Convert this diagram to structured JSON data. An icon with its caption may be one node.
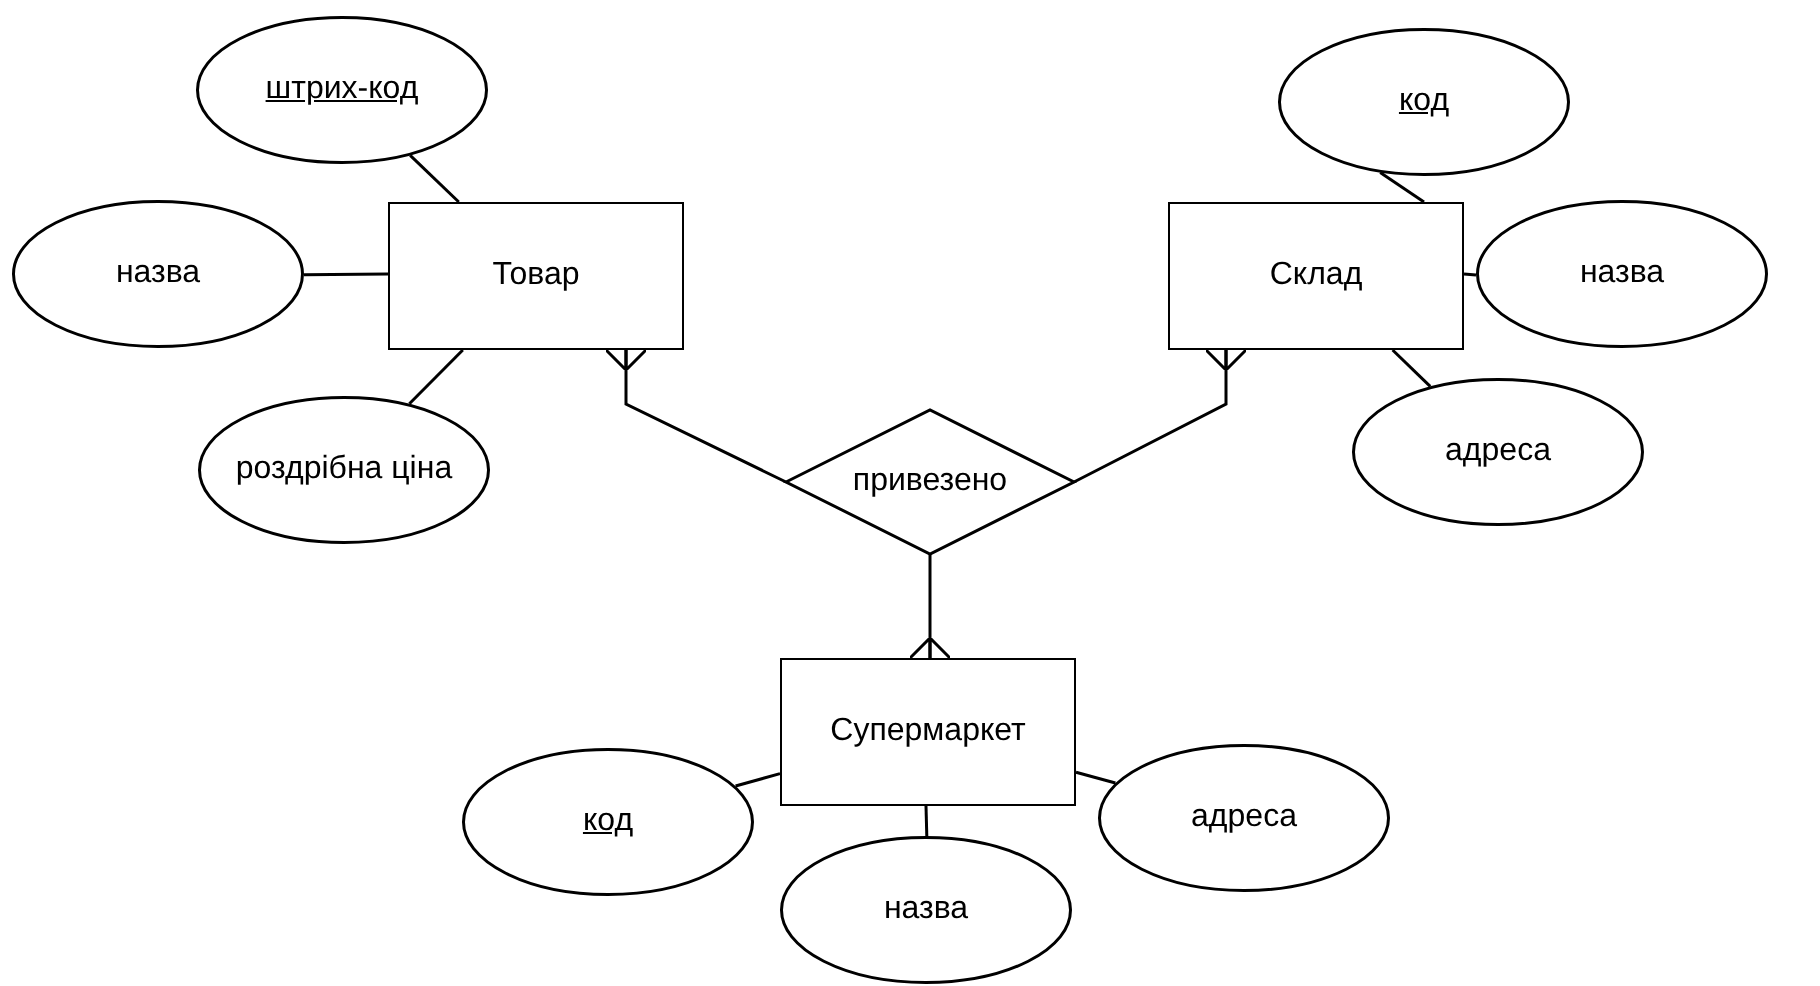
{
  "diagram": {
    "nodes": [
      {
        "text": [
          "штрих-код"
        ]
      },
      {
        "text": [
          "код"
        ]
      },
      {
        "text": [
          "назва"
        ]
      },
      {
        "text": [
          "Товар"
        ]
      },
      {
        "text": [
          "Склад"
        ]
      },
      {
        "text": [
          "назва"
        ]
      },
      {
        "text": [
          "роздрібна ціна"
        ]
      },
      {
        "text": [
          "привезено"
        ]
      },
      {
        "text": [
          "адреса"
        ]
      },
      {
        "text": [
          "Супермаркет"
        ]
      },
      {
        "text": [
          "код"
        ]
      },
      {
        "text": [
          "адреса"
        ]
      },
      {
        "text": [
          "назва"
        ]
      }
    ],
    "edges": [
      {
        "from": 0,
        "to": 3,
        "arrow": "none"
      },
      {
        "from": 2,
        "to": 3,
        "arrow": "none"
      },
      {
        "from": 6,
        "to": 3,
        "arrow": "none"
      },
      {
        "from": 1,
        "to": 4,
        "arrow": "none"
      },
      {
        "from": 5,
        "to": 4,
        "arrow": "none"
      },
      {
        "from": 8,
        "to": 4,
        "arrow": "none"
      },
      {
        "from": 7,
        "to": 3,
        "arrow": "other"
      },
      {
        "from": 7,
        "to": 4,
        "arrow": "other"
      },
      {
        "from": 7,
        "to": 9,
        "arrow": "other"
      },
      {
        "from": 10,
        "to": 9,
        "arrow": "none"
      },
      {
        "from": 12,
        "to": 9,
        "arrow": "none"
      },
      {
        "from": 11,
        "to": 9,
        "arrow": "none"
      }
    ]
  }
}
